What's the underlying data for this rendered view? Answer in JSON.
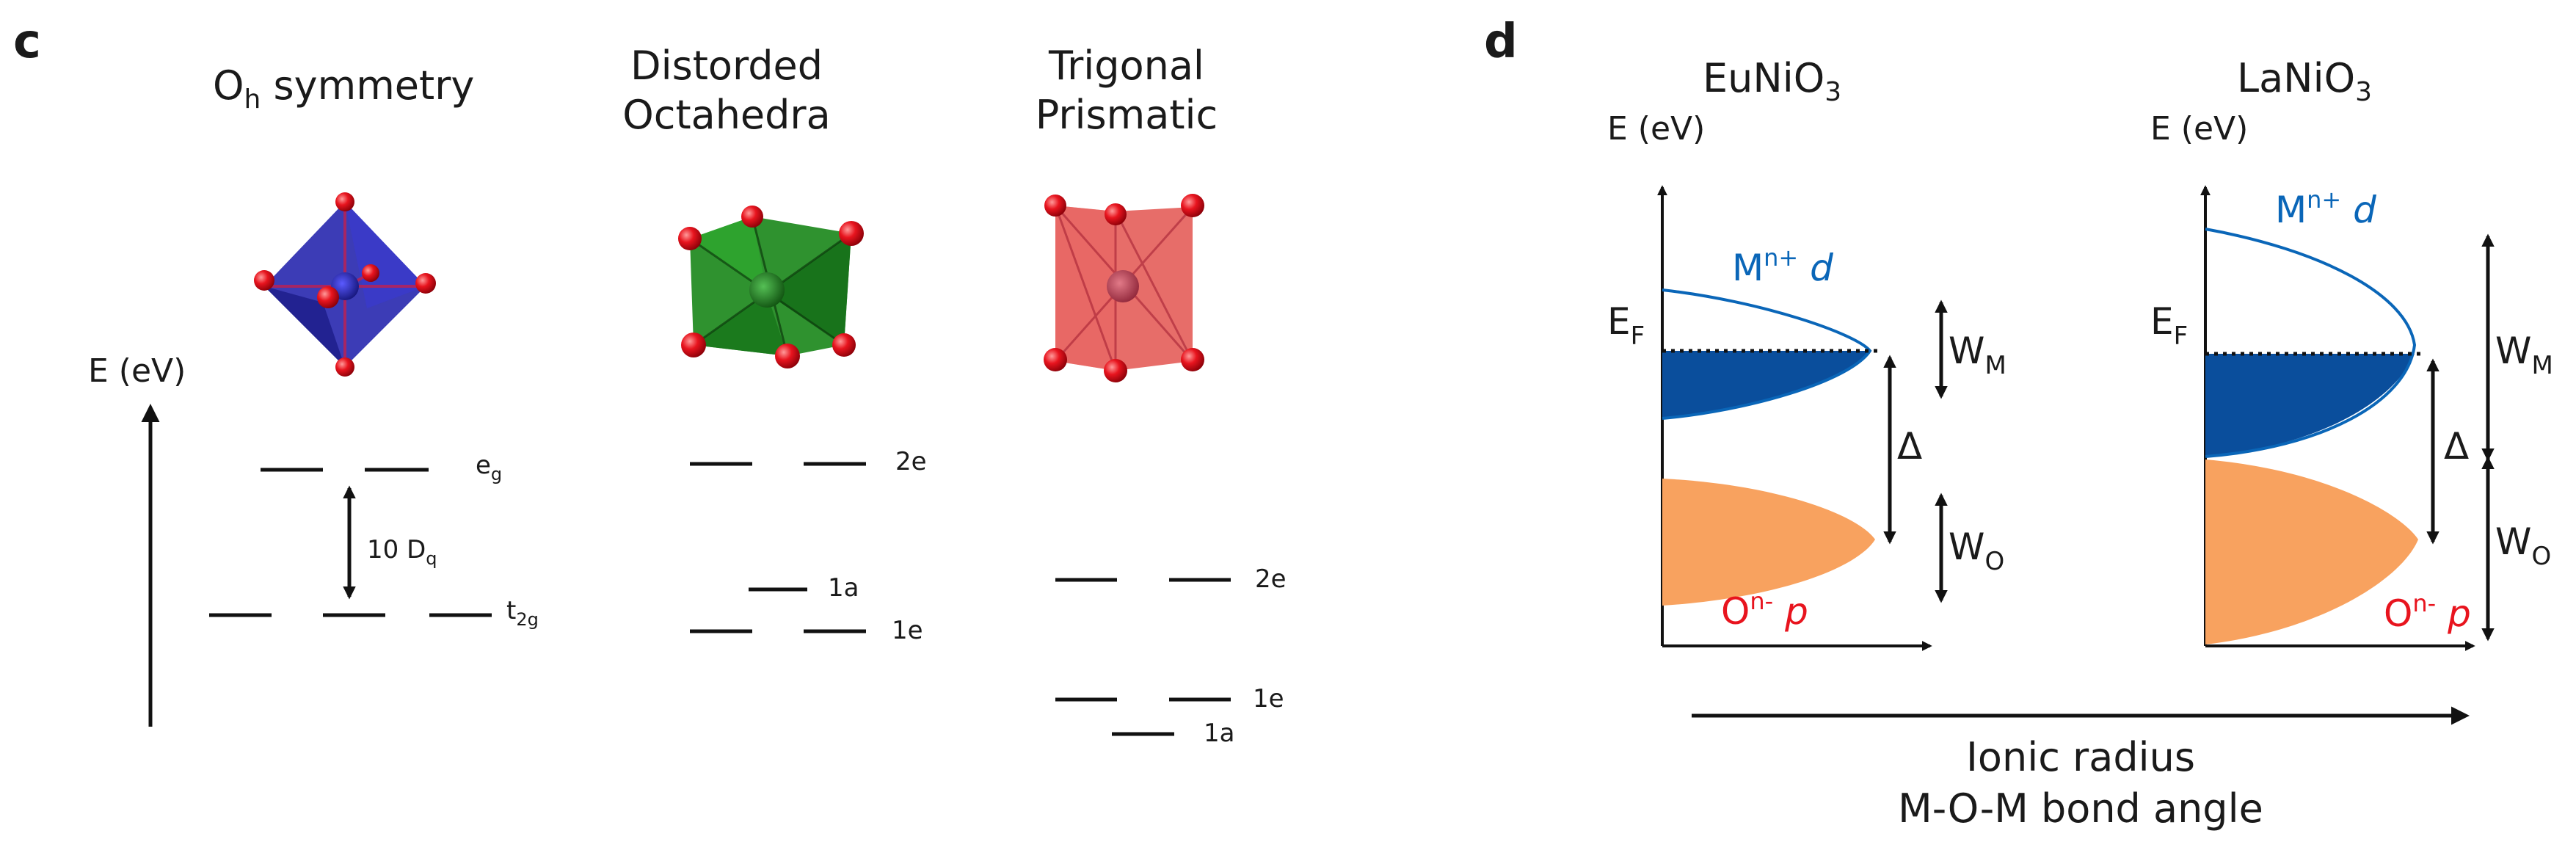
{
  "colors": {
    "oct_blue": "#2b2bb0",
    "oct_green": "#1f8a1f",
    "prism_red": "#e0443f",
    "atom_red": "#e8141e",
    "metal_band": "#0a4e9c",
    "metal_curve": "#0a66b8",
    "oxygen_band": "#f8a25f",
    "oxygen_label": "#e8141e"
  },
  "panel_c": {
    "label": "c",
    "energy_axis": "E (eV)",
    "columns": [
      {
        "title": [
          "O",
          "h",
          " symmetry"
        ],
        "structure_icon": "octahedron-icon",
        "levels": {
          "upper": [
            "e",
            "g"
          ],
          "lower": [
            "t",
            "2g"
          ],
          "splitting": [
            "10 D",
            "q"
          ]
        }
      },
      {
        "title": [
          "Distorded",
          "Octahedra"
        ],
        "structure_icon": "distorted-octahedron-icon",
        "levels": [
          "2e",
          "1a",
          "1e"
        ]
      },
      {
        "title": [
          "Trigonal",
          "Prismatic"
        ],
        "structure_icon": "trigonal-prism-icon",
        "levels": [
          "2e",
          "1e",
          "1a"
        ]
      }
    ]
  },
  "panel_d": {
    "label": "d",
    "diagrams": [
      {
        "title": [
          "EuNiO",
          "3"
        ],
        "axis": "E (eV)",
        "fermi": [
          "E",
          "F"
        ],
        "metal_band": [
          "M",
          "n+",
          " d"
        ],
        "oxygen_band": [
          "O",
          "n-",
          " p"
        ],
        "bandwidth_metal": [
          "W",
          "M"
        ],
        "gap": "Δ",
        "bandwidth_oxygen": [
          "W",
          "O"
        ]
      },
      {
        "title": [
          "LaNiO",
          "3"
        ],
        "axis": "E (eV)",
        "fermi": [
          "E",
          "F"
        ],
        "metal_band": [
          "M",
          "n+",
          " d"
        ],
        "oxygen_band": [
          "O",
          "n-",
          " p"
        ],
        "bandwidth_metal": [
          "W",
          "M"
        ],
        "gap": "Δ",
        "bandwidth_oxygen": [
          "W",
          "O"
        ]
      }
    ],
    "bottom_arrow_labels": [
      "Ionic radius",
      "M-O-M bond angle"
    ]
  }
}
